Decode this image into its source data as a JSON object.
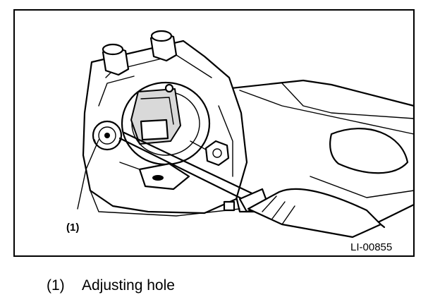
{
  "figure": {
    "callout_label": "(1)",
    "figure_code": "LI-00855"
  },
  "legend": {
    "items": [
      {
        "number": "(1)",
        "text": "Adjusting hole"
      }
    ]
  }
}
